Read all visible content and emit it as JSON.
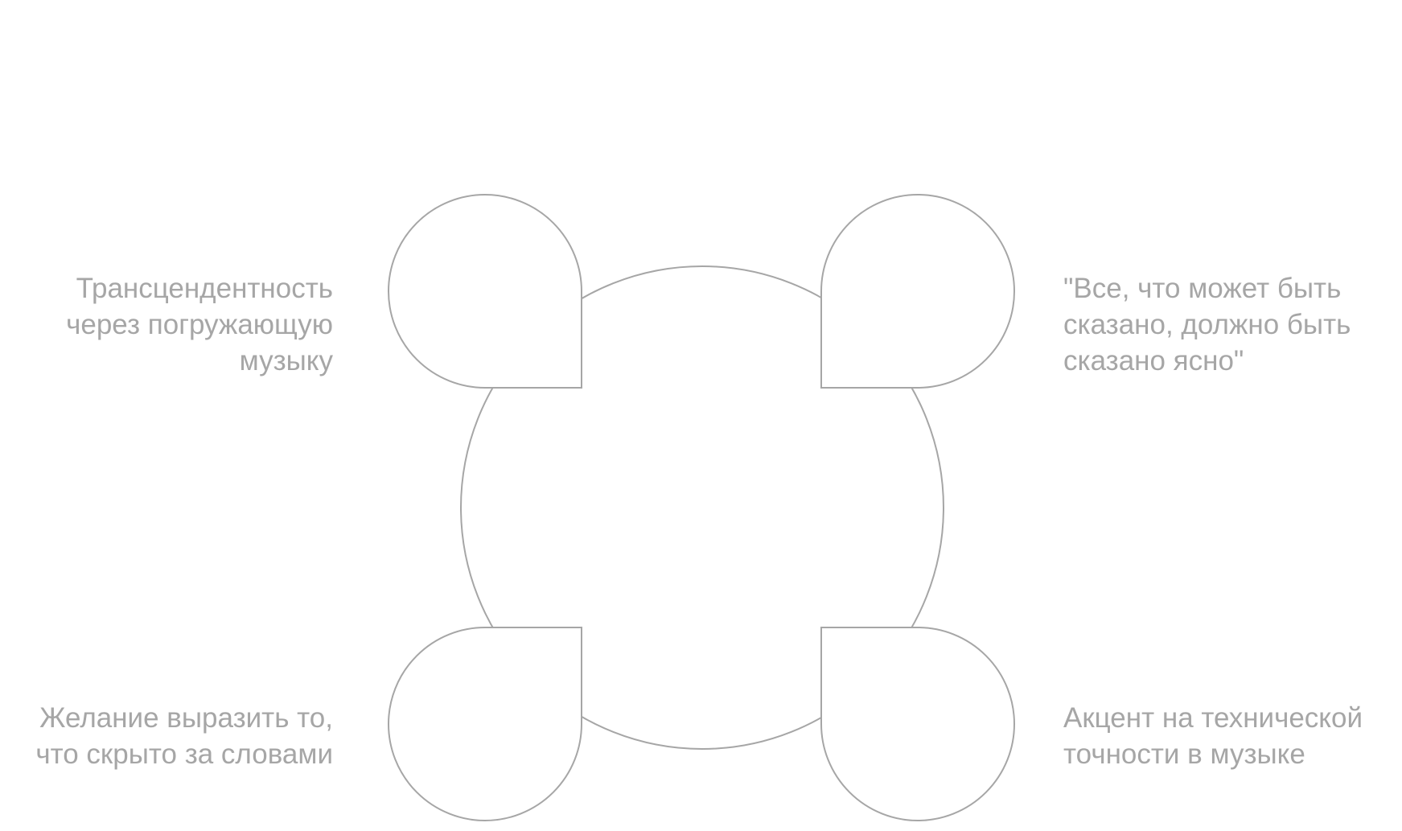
{
  "diagram": {
    "labels": {
      "top_left": "Трансцендентность\nчерез погружающую\nмузыку",
      "top_right": "\"Все, что может быть\nсказано, должно быть\nсказано ясно\"",
      "bottom_left": "Желание выразить то,\nчто скрыто за словами",
      "bottom_right": "Акцент на технической\nточности в музыке"
    },
    "colors": {
      "stroke": "#a6a6a6",
      "text": "#a6a6a6",
      "background": "#ffffff"
    }
  }
}
